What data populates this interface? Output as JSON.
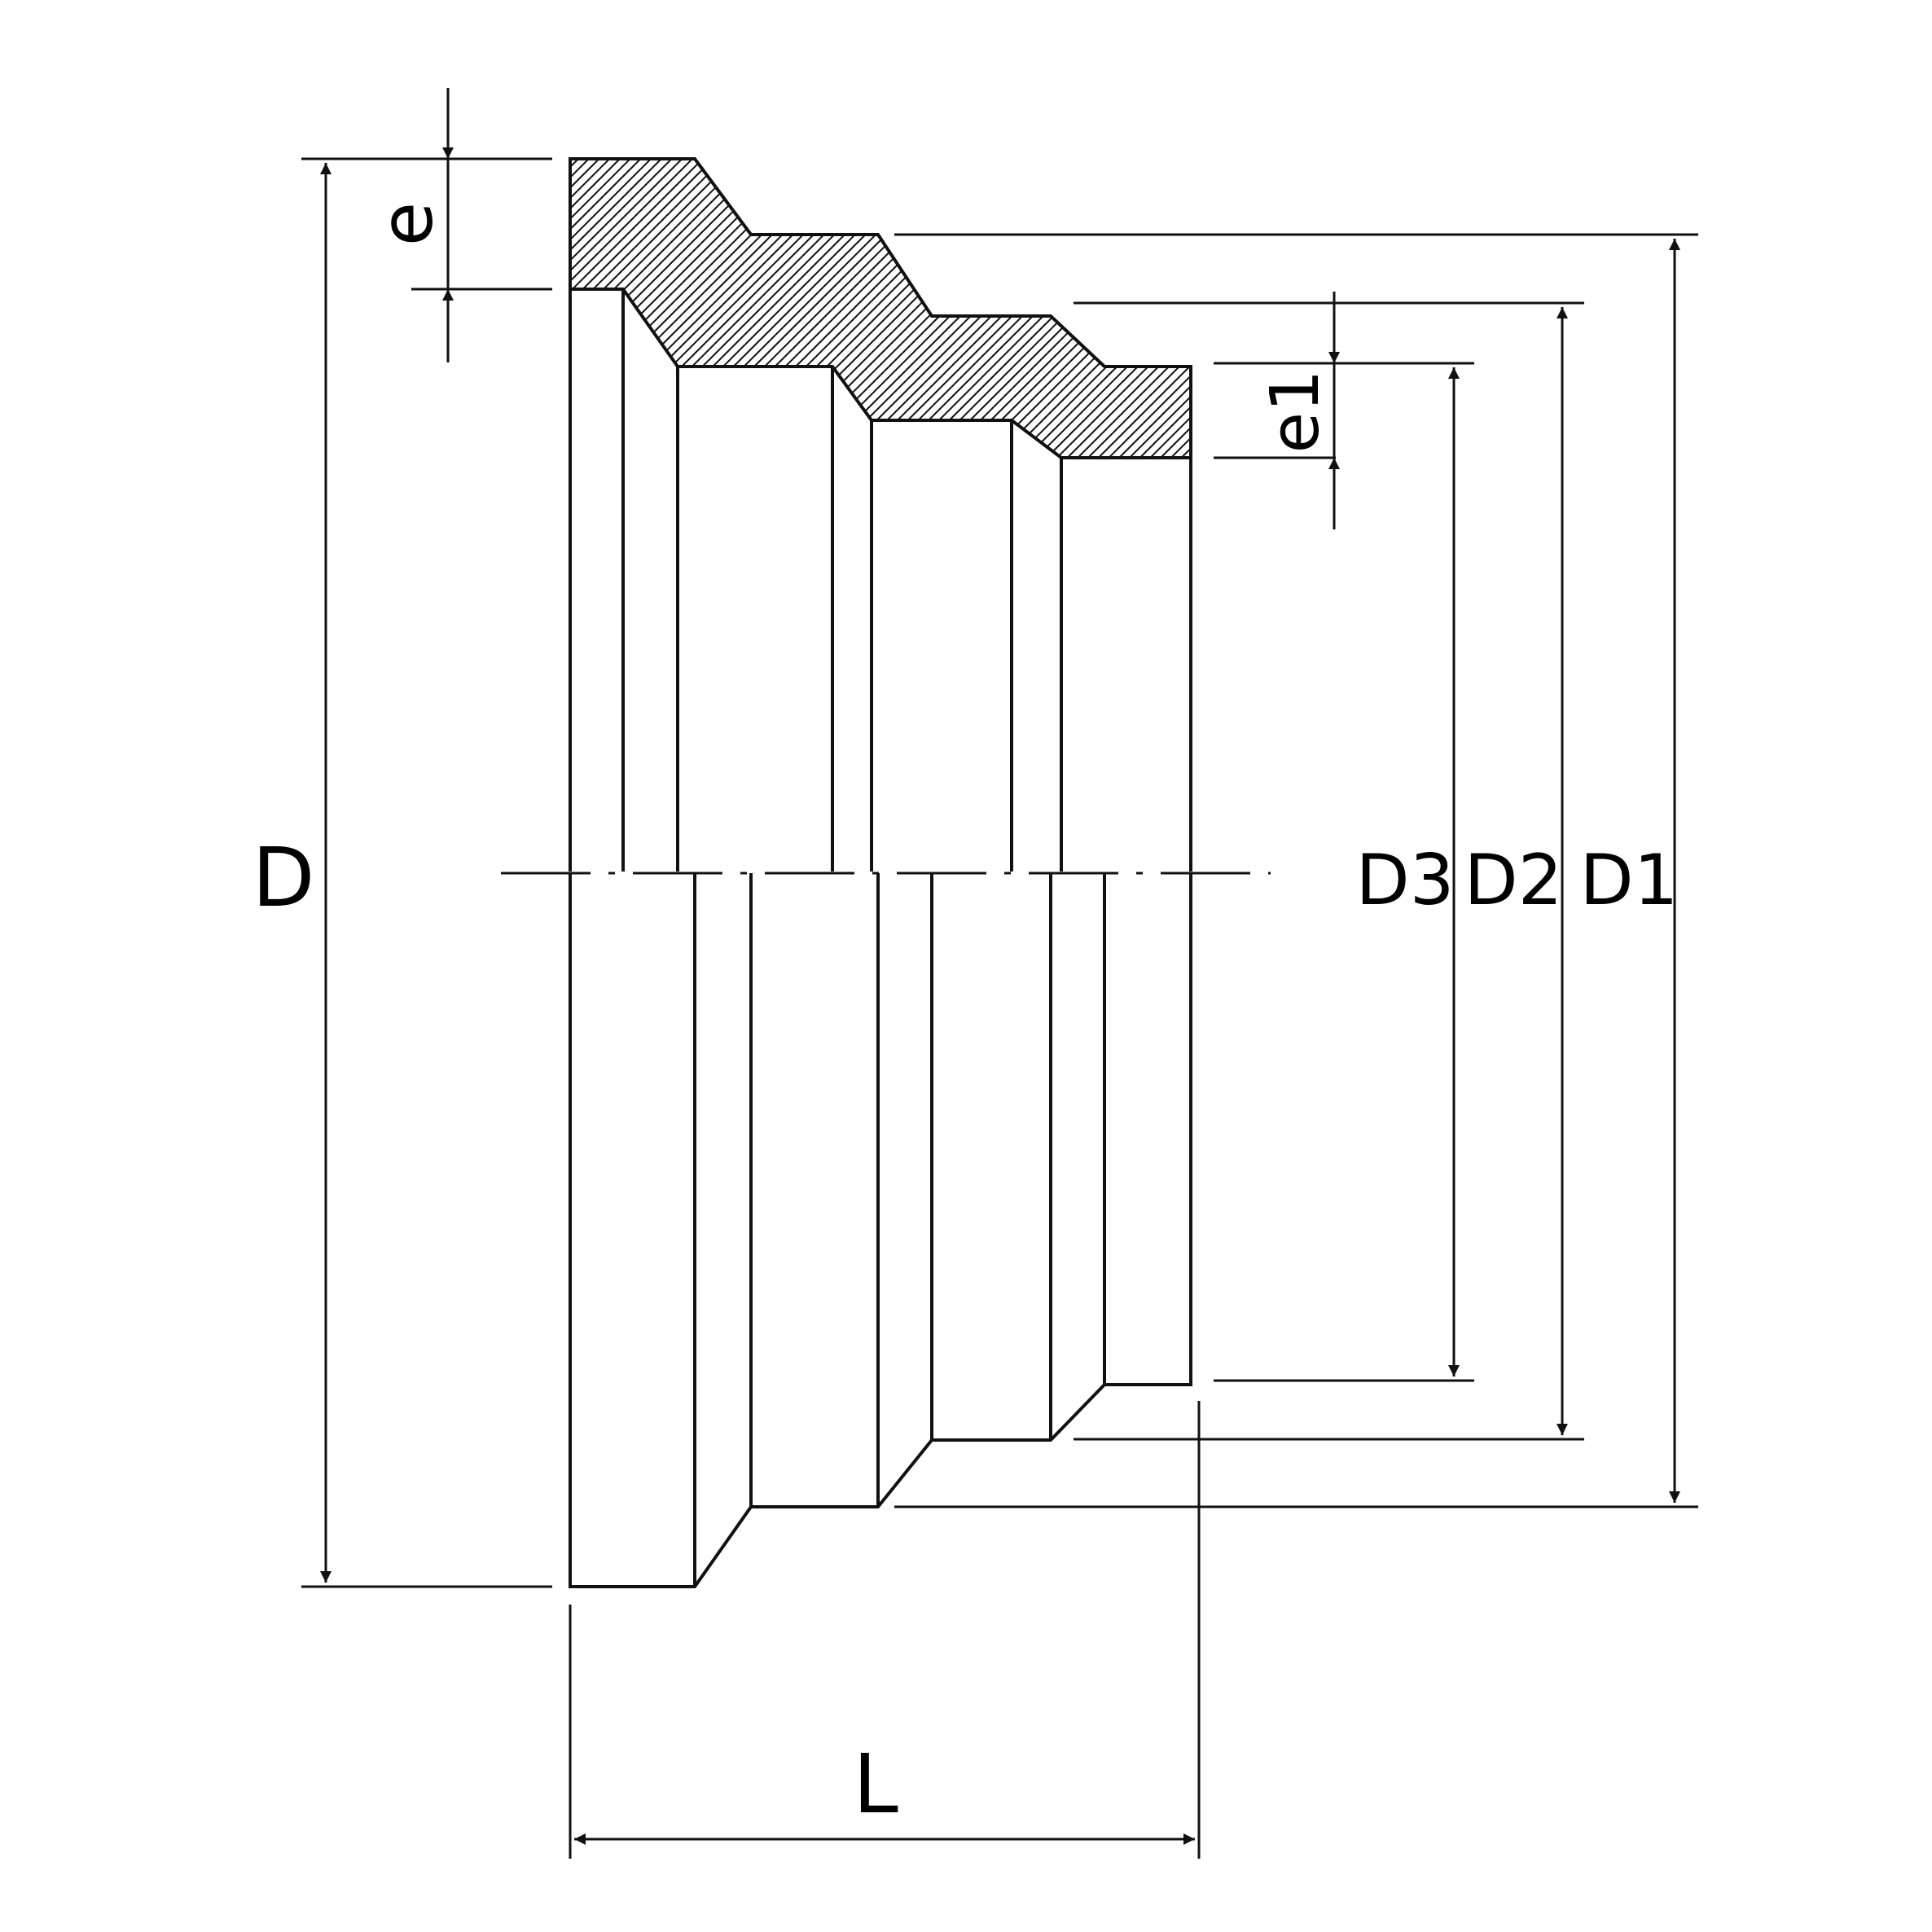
{
  "labels": {
    "D": "D",
    "D1": "D1",
    "D2": "D2",
    "D3": "D3",
    "L": "L",
    "e": "e",
    "e1": "e1"
  },
  "colors": {
    "line": "#111111",
    "background": "#ffffff"
  }
}
